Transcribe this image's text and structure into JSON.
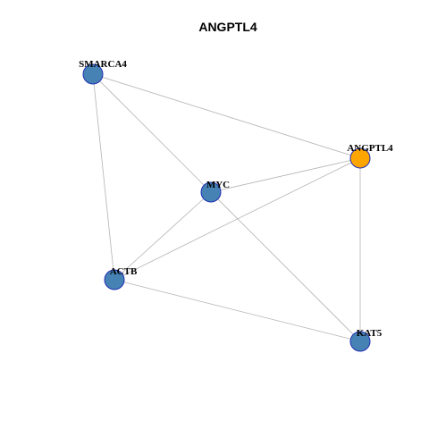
{
  "title": "ANGPTL4",
  "colors": {
    "default_node": "#4682b4",
    "highlight_node": "#ffa500",
    "node_border": "#1f2fb3",
    "edge": "#b3b3b3"
  },
  "nodes": [
    {
      "id": "SMARCA4",
      "label": "SMARCA4",
      "highlight": false
    },
    {
      "id": "ANGPTL4",
      "label": "ANGPTL4",
      "highlight": true
    },
    {
      "id": "MYC",
      "label": "MYC",
      "highlight": false
    },
    {
      "id": "ACTB",
      "label": "ACTB",
      "highlight": false
    },
    {
      "id": "KAT5",
      "label": "KAT5",
      "highlight": false
    }
  ],
  "edges": [
    [
      "SMARCA4",
      "ANGPTL4"
    ],
    [
      "SMARCA4",
      "MYC"
    ],
    [
      "SMARCA4",
      "ACTB"
    ],
    [
      "ANGPTL4",
      "MYC"
    ],
    [
      "ANGPTL4",
      "ACTB"
    ],
    [
      "ANGPTL4",
      "KAT5"
    ],
    [
      "MYC",
      "ACTB"
    ],
    [
      "MYC",
      "KAT5"
    ],
    [
      "ACTB",
      "KAT5"
    ]
  ]
}
